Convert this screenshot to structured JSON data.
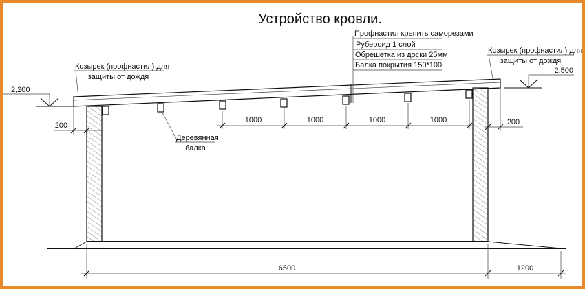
{
  "title": "Устройство кровли.",
  "colors": {
    "border": "#e8892c",
    "lines": "#111111"
  },
  "layers": [
    "Профнастил крепить саморезами",
    "Рубероид 1 слой",
    "Обрешетка из доски 25мм",
    "Балка покрытия 150*100"
  ],
  "canopy_left": {
    "line1": "Козырек (профнастил) для",
    "line2": "защиты от дождя"
  },
  "canopy_right": {
    "line1": "Козырек (профнастил) для",
    "line2": "защиты от дождя"
  },
  "levels": {
    "left": "2,200",
    "right": "2.500"
  },
  "beam_label": {
    "line1": "Деревянная",
    "line2": "балка"
  },
  "dimensions": {
    "overhang_left": "200",
    "overhang_right": "200",
    "beam_spacing": [
      "1000",
      "1000",
      "1000",
      "1000"
    ],
    "span": "6500",
    "outer": "1200"
  }
}
